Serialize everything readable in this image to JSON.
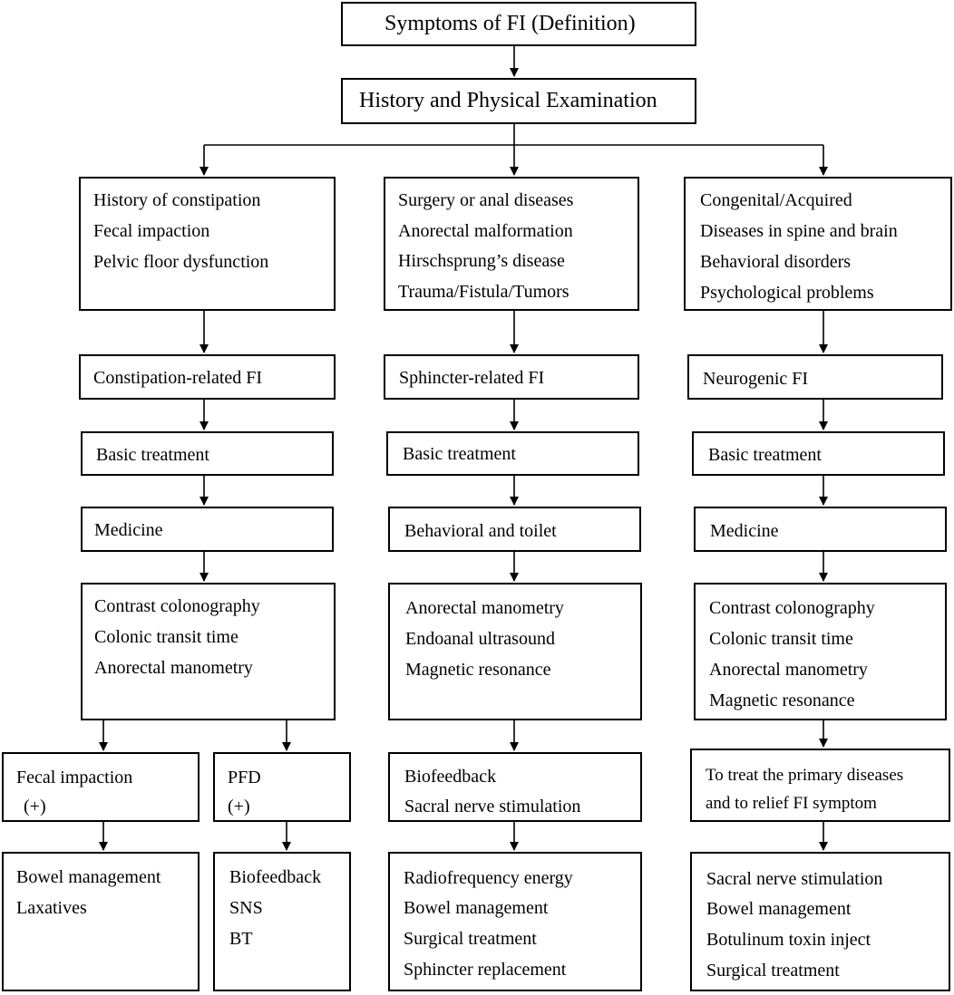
{
  "top": {
    "definition": "Symptoms of FI (Definition)",
    "history": "History and Physical Examination"
  },
  "col1": {
    "causes": [
      "History of constipation",
      "Fecal impaction",
      "Pelvic floor dysfunction"
    ],
    "type": "Constipation-related FI",
    "basic": "Basic treatment",
    "medicine": "Medicine",
    "tests": [
      "Contrast colonography",
      "Colonic transit time",
      "Anorectal manometry"
    ],
    "fecal_impaction": [
      "Fecal impaction",
      "(+)"
    ],
    "pfd": [
      "PFD",
      "(+)"
    ],
    "fecal_treatment": [
      "Bowel management",
      "Laxatives"
    ],
    "pfd_treatment": [
      "Biofeedback",
      "SNS",
      "BT"
    ]
  },
  "col2": {
    "causes": [
      "Surgery or anal diseases",
      "Anorectal malformation",
      "Hirschsprung’s disease",
      "Trauma/Fistula/Tumors"
    ],
    "type": "Sphincter-related FI",
    "basic": "Basic treatment",
    "behavioral": "Behavioral and toilet",
    "tests": [
      "Anorectal manometry",
      "Endoanal ultrasound",
      "Magnetic resonance"
    ],
    "therapy": [
      "Biofeedback",
      "Sacral nerve stimulation"
    ],
    "treatment": [
      "Radiofrequency energy",
      "Bowel management",
      "Surgical treatment",
      "Sphincter replacement"
    ]
  },
  "col3": {
    "causes": [
      "Congenital/Acquired",
      "Diseases in spine and brain",
      "Behavioral disorders",
      "Psychological problems"
    ],
    "type": "Neurogenic FI",
    "basic": "Basic treatment",
    "medicine": "Medicine",
    "tests": [
      "Contrast colonography",
      "Colonic transit time",
      "Anorectal manometry",
      "Magnetic resonance"
    ],
    "primary": [
      "To treat the primary diseases",
      "and to relief FI symptom"
    ],
    "treatment": [
      "Sacral nerve stimulation",
      "Bowel management",
      "Botulinum toxin inject",
      "Surgical treatment"
    ]
  }
}
